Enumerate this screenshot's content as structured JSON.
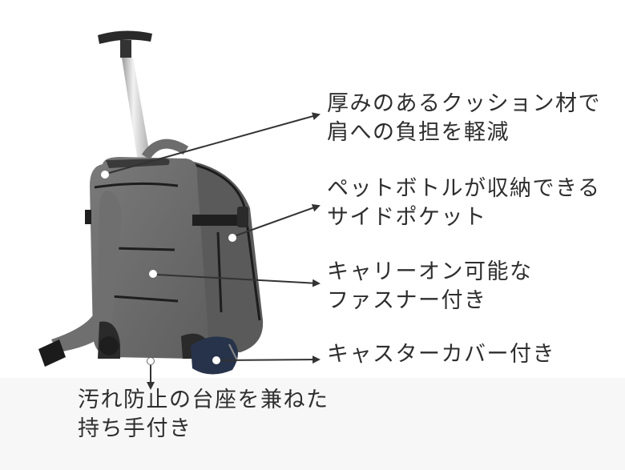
{
  "image": {
    "subject": "rolling backpack (rear view)",
    "background_color": "#ffffff",
    "floor_color": "#f7f7f7",
    "text_color": "#2e2e2e",
    "arrow_color": "#333333"
  },
  "callouts": [
    {
      "id": "cushion",
      "lines": [
        "厚みのあるクッション材で",
        "肩への負担を軽減"
      ]
    },
    {
      "id": "pocket",
      "lines": [
        "ペットボトルが収納できる",
        "サイドポケット"
      ]
    },
    {
      "id": "carry",
      "lines": [
        "キャリーオン可能な",
        "ファスナー付き"
      ]
    },
    {
      "id": "caster",
      "lines": [
        "キャスターカバー付き"
      ]
    },
    {
      "id": "handle",
      "lines": [
        "汚れ防止の台座を兼ねた",
        "持ち手付き"
      ]
    }
  ]
}
